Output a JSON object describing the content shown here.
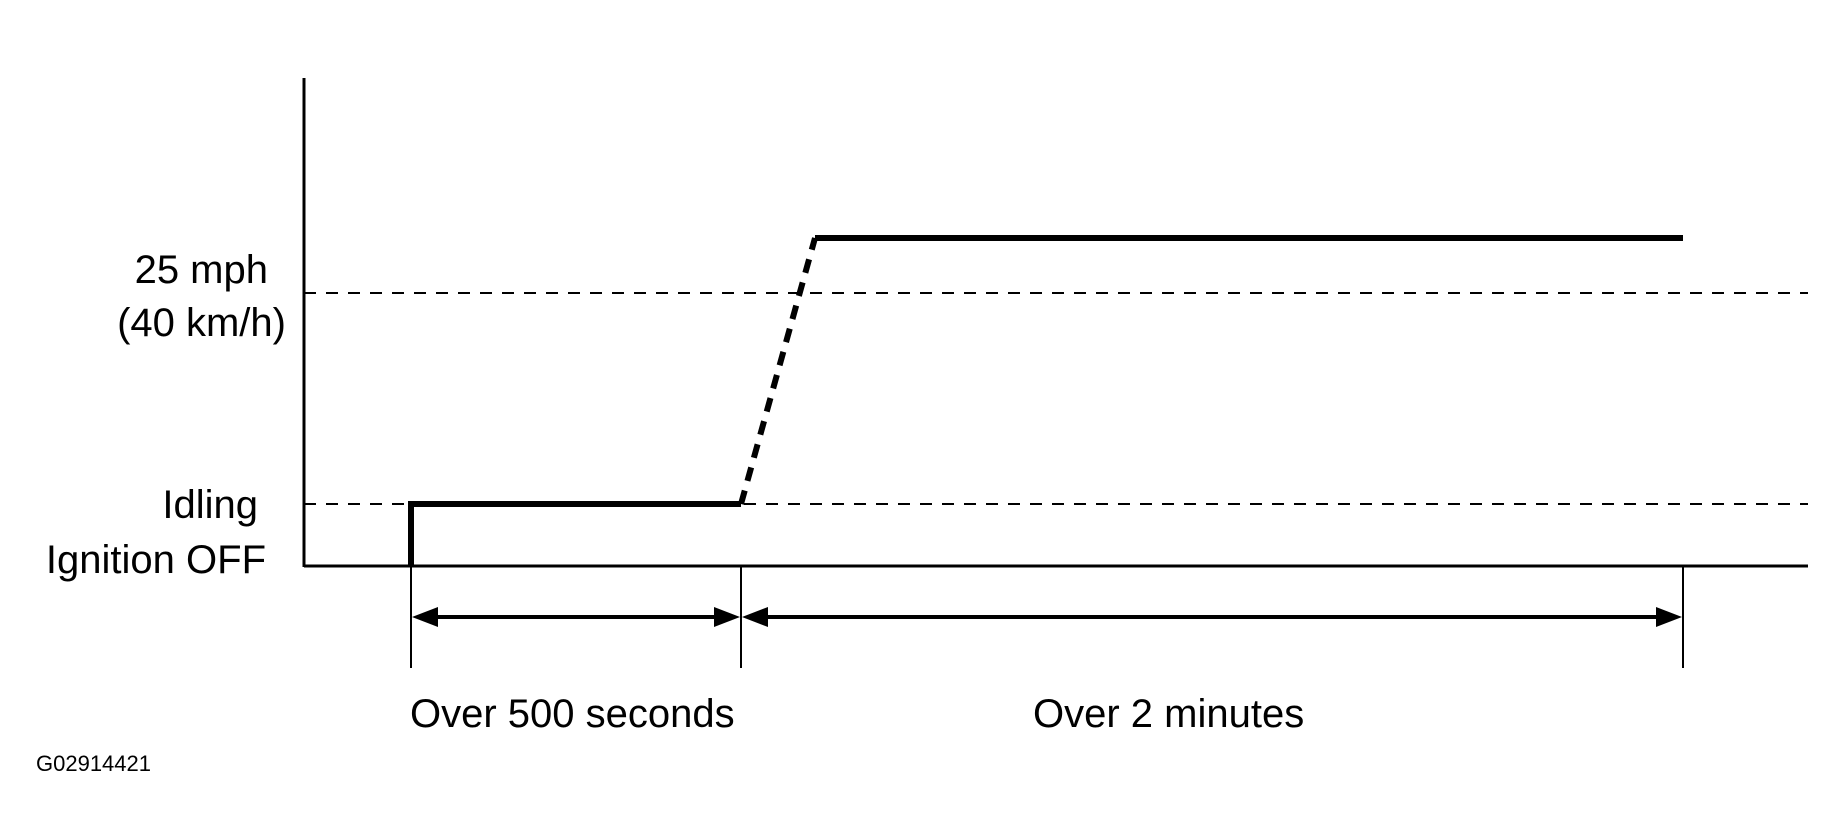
{
  "diagram": {
    "y_labels": {
      "speed_mph": "25 mph",
      "speed_kmh": "(40 km/h)",
      "idling": "Idling",
      "ignition_off": "Ignition OFF"
    },
    "intervals": {
      "first": "Over 500 seconds",
      "second": "Over 2 minutes"
    },
    "figure_code": "G02914421"
  }
}
